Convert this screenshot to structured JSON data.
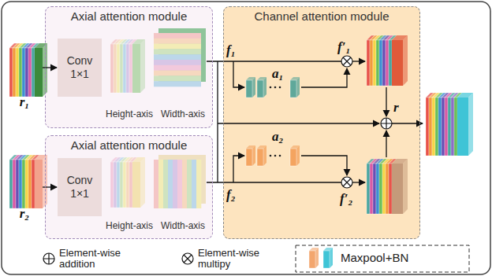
{
  "diagram": {
    "nodes": [
      {
        "text": [
          "r₁"
        ]
      },
      {
        "text": [
          "Axial attention module"
        ]
      },
      {
        "text": [
          "Conv 1×1"
        ],
        "in": 1
      },
      {
        "text": [
          "r₂"
        ]
      },
      {
        "text": [
          "Axial attention module"
        ]
      },
      {
        "text": [
          "Conv 1×1"
        ],
        "in": 4
      },
      {
        "text": [
          "Channel attention module"
        ]
      }
    ],
    "edges": [
      {
        "from": 0,
        "to": 2,
        "arrow": "to"
      },
      {
        "from": 3,
        "to": 5,
        "arrow": "to"
      }
    ],
    "labels": [
      "Height-axis",
      "Width-axis",
      "f₁",
      "a₁",
      "f′₁",
      "r",
      "Height-axis",
      "Width-axis",
      "f₂",
      "a₂",
      "f′₂"
    ],
    "legend": [
      {
        "text": "Element-wise addition"
      },
      {
        "text": "Element-wise multipy"
      },
      {
        "text": "Maxpool+BN"
      }
    ]
  }
}
